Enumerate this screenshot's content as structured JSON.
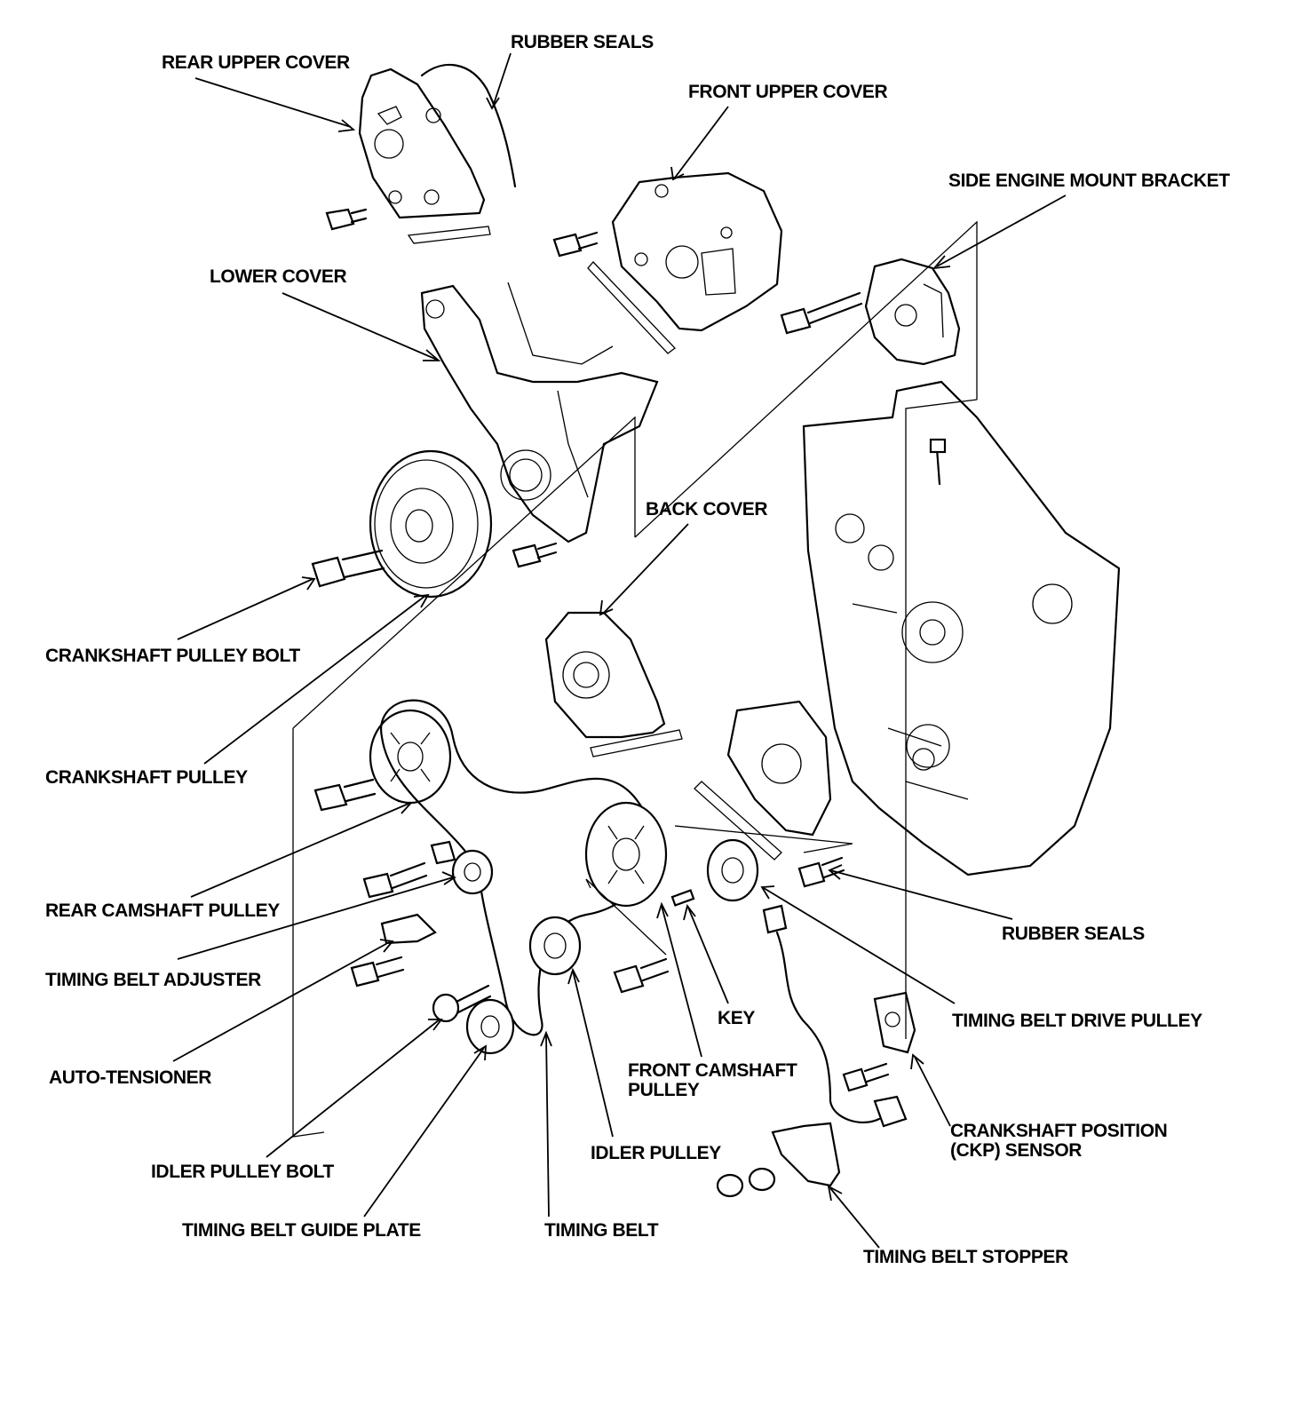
{
  "labels": {
    "rear_upper_cover": "REAR UPPER COVER",
    "rubber_seals_top": "RUBBER SEALS",
    "front_upper_cover": "FRONT UPPER COVER",
    "side_engine_mount_bracket": "SIDE ENGINE MOUNT BRACKET",
    "lower_cover": "LOWER COVER",
    "back_cover": "BACK COVER",
    "crankshaft_pulley_bolt": "CRANKSHAFT PULLEY BOLT",
    "crankshaft_pulley": "CRANKSHAFT PULLEY",
    "rear_camshaft_pulley": "REAR CAMSHAFT PULLEY",
    "timing_belt_adjuster": "TIMING BELT ADJUSTER",
    "auto_tensioner": "AUTO-TENSIONER",
    "idler_pulley_bolt": "IDLER PULLEY BOLT",
    "timing_belt_guide_plate": "TIMING BELT GUIDE PLATE",
    "timing_belt": "TIMING BELT",
    "idler_pulley": "IDLER PULLEY",
    "front_camshaft_pulley_line1": "FRONT CAMSHAFT",
    "front_camshaft_pulley_line2": "PULLEY",
    "key": "KEY",
    "rubber_seals_right": "RUBBER SEALS",
    "timing_belt_drive_pulley": "TIMING BELT DRIVE PULLEY",
    "ckp_sensor_line1": "CRANKSHAFT POSITION",
    "ckp_sensor_line2": "(CKP) SENSOR",
    "timing_belt_stopper": "TIMING BELT STOPPER"
  }
}
